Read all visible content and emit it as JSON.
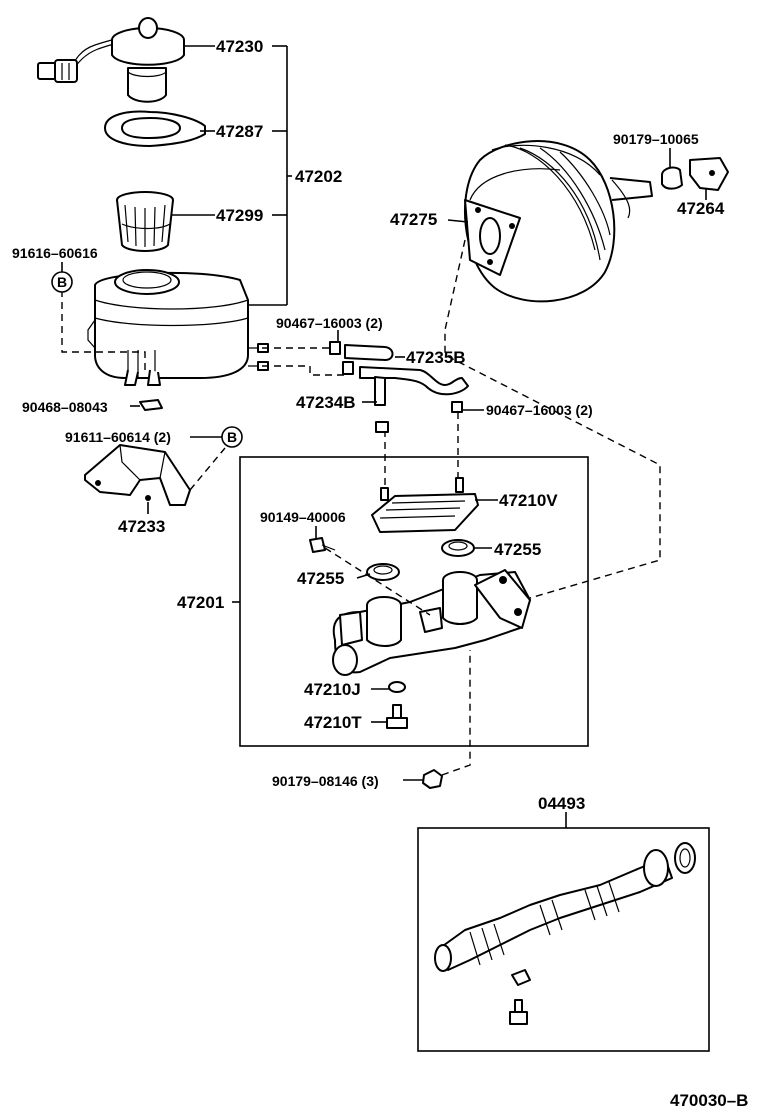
{
  "diagram": {
    "labels": {
      "p47230": "47230",
      "p47287": "47287",
      "p47202": "47202",
      "p47299": "47299",
      "p91616": "91616–60616",
      "p90179_10065": "90179–10065",
      "p47264": "47264",
      "p47275": "47275",
      "p90467_a": "90467–16003 (2)",
      "p47235B": "47235B",
      "p47234B": "47234B",
      "p90467_b": "90467–16003 (2)",
      "p90468": "90468–08043",
      "p91611": "91611–60614 (2)",
      "p47233": "47233",
      "p47210V": "47210V",
      "p90149": "90149–40006",
      "p47255_r": "47255",
      "p47255_l": "47255",
      "p47201": "47201",
      "p47210J": "47210J",
      "p47210T": "47210T",
      "p90179_08146": "90179–08146 (3)",
      "p04493": "04493",
      "ref": "470030–B"
    },
    "callouts": {
      "b1": "B",
      "b2": "B"
    }
  }
}
